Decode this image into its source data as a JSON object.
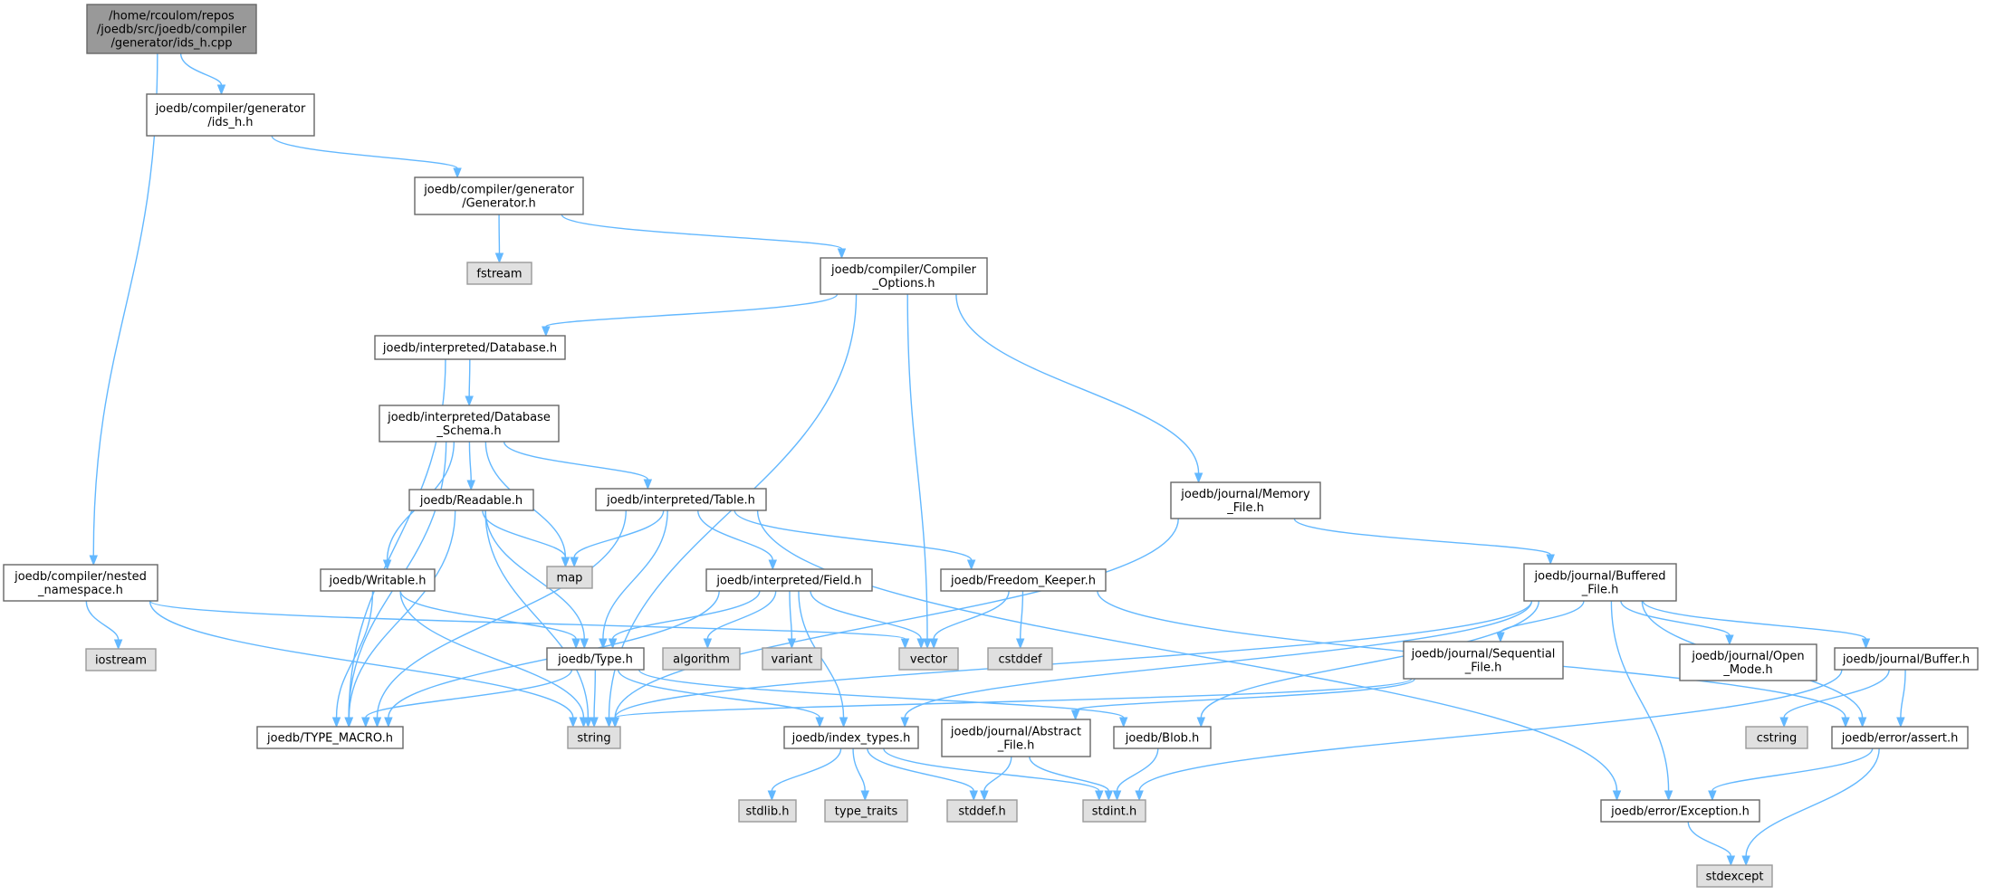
{
  "graph": {
    "title": "",
    "colors": {
      "edge": "#63b8ff",
      "main_fill": "#999999",
      "internal_fill": "#ffffff",
      "external_fill": "#e0e0e0",
      "border": "#666666"
    },
    "nodes": [
      {
        "id": "ids_cpp",
        "kind": "main",
        "lines": [
          "/home/rcoulom/repos",
          "/joedb/src/joedb/compiler",
          "/generator/ids_h.cpp"
        ]
      },
      {
        "id": "ids_h",
        "kind": "internal",
        "lines": [
          "joedb/compiler/generator",
          "/ids_h.h"
        ]
      },
      {
        "id": "generator_h",
        "kind": "internal",
        "lines": [
          "joedb/compiler/generator",
          "/Generator.h"
        ]
      },
      {
        "id": "fstream",
        "kind": "external",
        "lines": [
          "fstream"
        ]
      },
      {
        "id": "compiler_options",
        "kind": "internal",
        "lines": [
          "joedb/compiler/Compiler",
          "_Options.h"
        ]
      },
      {
        "id": "database_h",
        "kind": "internal",
        "lines": [
          "joedb/interpreted/Database.h"
        ]
      },
      {
        "id": "database_schema",
        "kind": "internal",
        "lines": [
          "joedb/interpreted/Database",
          "_Schema.h"
        ]
      },
      {
        "id": "readable",
        "kind": "internal",
        "lines": [
          "joedb/Readable.h"
        ]
      },
      {
        "id": "table_h",
        "kind": "internal",
        "lines": [
          "joedb/interpreted/Table.h"
        ]
      },
      {
        "id": "map",
        "kind": "external",
        "lines": [
          "map"
        ]
      },
      {
        "id": "memory_file",
        "kind": "internal",
        "lines": [
          "joedb/journal/Memory",
          "_File.h"
        ]
      },
      {
        "id": "nested_ns",
        "kind": "internal",
        "lines": [
          "joedb/compiler/nested",
          "_namespace.h"
        ]
      },
      {
        "id": "writable",
        "kind": "internal",
        "lines": [
          "joedb/Writable.h"
        ]
      },
      {
        "id": "field_h",
        "kind": "internal",
        "lines": [
          "joedb/interpreted/Field.h"
        ]
      },
      {
        "id": "freedom_keeper",
        "kind": "internal",
        "lines": [
          "joedb/Freedom_Keeper.h"
        ]
      },
      {
        "id": "buffered_file",
        "kind": "internal",
        "lines": [
          "joedb/journal/Buffered",
          "_File.h"
        ]
      },
      {
        "id": "iostream",
        "kind": "external",
        "lines": [
          "iostream"
        ]
      },
      {
        "id": "type_h",
        "kind": "internal",
        "lines": [
          "joedb/Type.h"
        ]
      },
      {
        "id": "algorithm",
        "kind": "external",
        "lines": [
          "algorithm"
        ]
      },
      {
        "id": "variant",
        "kind": "external",
        "lines": [
          "variant"
        ]
      },
      {
        "id": "vector",
        "kind": "external",
        "lines": [
          "vector"
        ]
      },
      {
        "id": "cstddef",
        "kind": "external",
        "lines": [
          "cstddef"
        ]
      },
      {
        "id": "sequential_file",
        "kind": "internal",
        "lines": [
          "joedb/journal/Sequential",
          "_File.h"
        ]
      },
      {
        "id": "open_mode",
        "kind": "internal",
        "lines": [
          "joedb/journal/Open",
          "_Mode.h"
        ]
      },
      {
        "id": "buffer_h",
        "kind": "internal",
        "lines": [
          "joedb/journal/Buffer.h"
        ]
      },
      {
        "id": "type_macro",
        "kind": "internal",
        "lines": [
          "joedb/TYPE_MACRO.h"
        ]
      },
      {
        "id": "string",
        "kind": "external",
        "lines": [
          "string"
        ]
      },
      {
        "id": "index_types",
        "kind": "internal",
        "lines": [
          "joedb/index_types.h"
        ]
      },
      {
        "id": "abstract_file",
        "kind": "internal",
        "lines": [
          "joedb/journal/Abstract",
          "_File.h"
        ]
      },
      {
        "id": "blob_h",
        "kind": "internal",
        "lines": [
          "joedb/Blob.h"
        ]
      },
      {
        "id": "cstring",
        "kind": "external",
        "lines": [
          "cstring"
        ]
      },
      {
        "id": "assert_h",
        "kind": "internal",
        "lines": [
          "joedb/error/assert.h"
        ]
      },
      {
        "id": "stdlib",
        "kind": "external",
        "lines": [
          "stdlib.h"
        ]
      },
      {
        "id": "type_traits",
        "kind": "external",
        "lines": [
          "type_traits"
        ]
      },
      {
        "id": "stddef",
        "kind": "external",
        "lines": [
          "stddef.h"
        ]
      },
      {
        "id": "stdint",
        "kind": "external",
        "lines": [
          "stdint.h"
        ]
      },
      {
        "id": "exception_h",
        "kind": "internal",
        "lines": [
          "joedb/error/Exception.h"
        ]
      },
      {
        "id": "stdexcept",
        "kind": "external",
        "lines": [
          "stdexcept"
        ]
      }
    ],
    "edges": [
      [
        "ids_cpp",
        "ids_h"
      ],
      [
        "ids_cpp",
        "nested_ns"
      ],
      [
        "ids_h",
        "generator_h"
      ],
      [
        "generator_h",
        "fstream"
      ],
      [
        "generator_h",
        "compiler_options"
      ],
      [
        "compiler_options",
        "database_h"
      ],
      [
        "compiler_options",
        "vector"
      ],
      [
        "compiler_options",
        "string"
      ],
      [
        "compiler_options",
        "memory_file"
      ],
      [
        "database_h",
        "database_schema"
      ],
      [
        "database_h",
        "type_macro"
      ],
      [
        "database_schema",
        "readable"
      ],
      [
        "database_schema",
        "table_h"
      ],
      [
        "database_schema",
        "map"
      ],
      [
        "database_schema",
        "writable"
      ],
      [
        "database_schema",
        "type_macro"
      ],
      [
        "readable",
        "map"
      ],
      [
        "readable",
        "type_h"
      ],
      [
        "readable",
        "type_macro"
      ],
      [
        "readable",
        "string"
      ],
      [
        "table_h",
        "map"
      ],
      [
        "table_h",
        "field_h"
      ],
      [
        "table_h",
        "freedom_keeper"
      ],
      [
        "table_h",
        "type_h"
      ],
      [
        "table_h",
        "type_macro"
      ],
      [
        "table_h",
        "exception_h"
      ],
      [
        "memory_file",
        "buffered_file"
      ],
      [
        "memory_file",
        "string"
      ],
      [
        "nested_ns",
        "iostream"
      ],
      [
        "nested_ns",
        "vector"
      ],
      [
        "nested_ns",
        "string"
      ],
      [
        "writable",
        "type_h"
      ],
      [
        "writable",
        "type_macro"
      ],
      [
        "writable",
        "string"
      ],
      [
        "field_h",
        "algorithm"
      ],
      [
        "field_h",
        "variant"
      ],
      [
        "field_h",
        "vector"
      ],
      [
        "field_h",
        "type_h"
      ],
      [
        "field_h",
        "type_macro"
      ],
      [
        "field_h",
        "index_types"
      ],
      [
        "freedom_keeper",
        "vector"
      ],
      [
        "freedom_keeper",
        "cstddef"
      ],
      [
        "freedom_keeper",
        "assert_h"
      ],
      [
        "buffered_file",
        "sequential_file"
      ],
      [
        "buffered_file",
        "open_mode"
      ],
      [
        "buffered_file",
        "buffer_h"
      ],
      [
        "buffered_file",
        "assert_h"
      ],
      [
        "buffered_file",
        "exception_h"
      ],
      [
        "buffered_file",
        "string"
      ],
      [
        "buffered_file",
        "blob_h"
      ],
      [
        "buffered_file",
        "index_types"
      ],
      [
        "type_h",
        "string"
      ],
      [
        "type_h",
        "type_macro"
      ],
      [
        "type_h",
        "index_types"
      ],
      [
        "type_h",
        "blob_h"
      ],
      [
        "sequential_file",
        "abstract_file"
      ],
      [
        "sequential_file",
        "string"
      ],
      [
        "buffer_h",
        "cstring"
      ],
      [
        "buffer_h",
        "assert_h"
      ],
      [
        "buffer_h",
        "stdint"
      ],
      [
        "index_types",
        "stdlib"
      ],
      [
        "index_types",
        "type_traits"
      ],
      [
        "index_types",
        "stddef"
      ],
      [
        "index_types",
        "stdint"
      ],
      [
        "abstract_file",
        "stddef"
      ],
      [
        "abstract_file",
        "stdint"
      ],
      [
        "blob_h",
        "stdint"
      ],
      [
        "assert_h",
        "exception_h"
      ],
      [
        "assert_h",
        "stdexcept"
      ],
      [
        "exception_h",
        "stdexcept"
      ]
    ]
  }
}
